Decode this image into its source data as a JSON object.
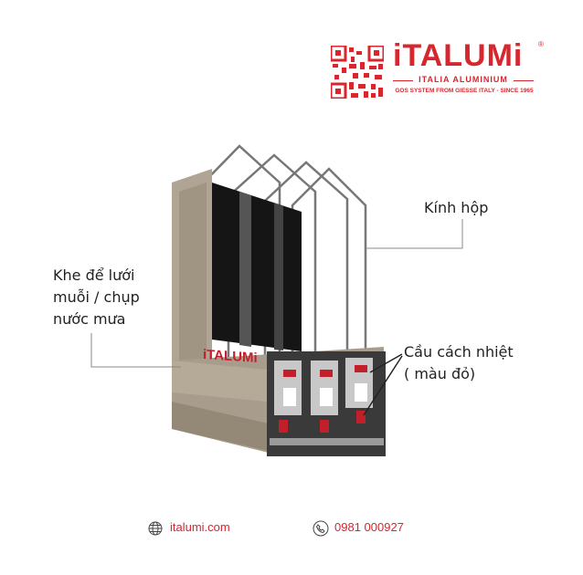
{
  "logo": {
    "wordmark": "iTALUMi",
    "registered": "®",
    "subtitle": "ITALIA ALUMINIUM",
    "tagline": "GOS SYSTEM FROM GIESSE ITALY - SINCE 1965"
  },
  "product": {
    "frame_brand": "iTALUMi"
  },
  "callouts": {
    "glass": "Kính hộp",
    "slot_line1": "Khe để lưới",
    "slot_line2": "muỗi / chụp",
    "slot_line3": "nước mưa",
    "thermal_line1": "Cầu cách nhiệt",
    "thermal_line2": "( màu đỏ)"
  },
  "footer": {
    "website": "italumi.com",
    "phone": "0981 000927"
  },
  "colors": {
    "brand": "#d7262e",
    "frame": "#a89c8c",
    "glass": "#1a1a1a"
  }
}
